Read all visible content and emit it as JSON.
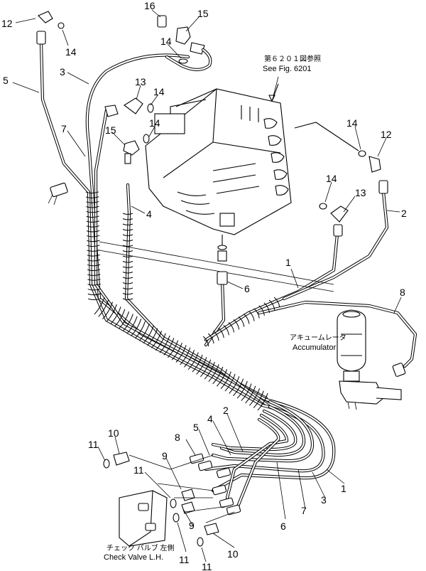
{
  "callouts": {
    "c1a": "1",
    "c1b": "1",
    "c2a": "2",
    "c2b": "2",
    "c3a": "3",
    "c3b": "3",
    "c4a": "4",
    "c4b": "4",
    "c5a": "5",
    "c5b": "5",
    "c6a": "6",
    "c6b": "6",
    "c7a": "7",
    "c7b": "7",
    "c8a": "8",
    "c8b": "8",
    "c9a": "9",
    "c9b": "9",
    "c10a": "10",
    "c10b": "10",
    "c11a": "11",
    "c11b": "11",
    "c11c": "11",
    "c11d": "11",
    "c12a": "12",
    "c12b": "12",
    "c13a": "13",
    "c13b": "13",
    "c14a": "14",
    "c14b": "14",
    "c14c": "14",
    "c14d": "14",
    "c14e": "14",
    "c14f": "14",
    "c15a": "15",
    "c15b": "15",
    "c16": "16"
  },
  "notes": {
    "fig_ref_jp": "第６２０１図参照",
    "fig_ref_en": "See Fig. 6201",
    "accumulator_jp": "アキュームレータ",
    "accumulator_en": "Accumulator",
    "check_valve_jp": "チェック バルブ 左側",
    "check_valve_en": "Check Valve L.H."
  }
}
